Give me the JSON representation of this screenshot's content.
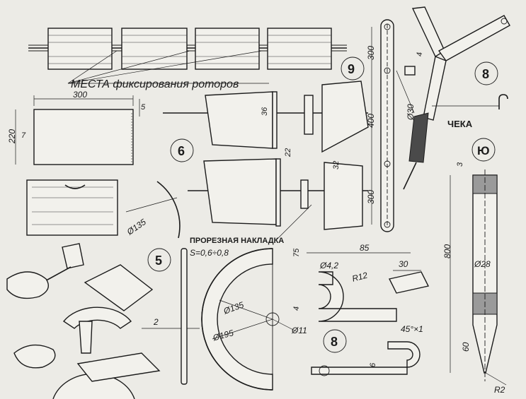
{
  "labels": {
    "rotor_fixing_places": "МЕСТА фиксирования роторов",
    "slotted_plate": "ПРОРЕЗНАЯ НАКЛАДКА",
    "pin": "ЧЕКА",
    "fig5": "5",
    "fig6": "6",
    "fig8a": "8",
    "fig8b": "8",
    "fig9": "9",
    "fig10": "Ю"
  },
  "dimensions": {
    "d300_top": "300",
    "d5": "5",
    "d220": "220",
    "d7": "7",
    "dia135_arc": "Ø135",
    "d36": "36",
    "d22": "22",
    "d32": "32",
    "d300_bar_top": "300",
    "d400_bar": "400",
    "d300_bar_bottom": "300",
    "dia30": "Ø30",
    "d4": "4",
    "thickness": "S=0,6÷0,8",
    "d2": "2",
    "dia135_disc": "Ø135",
    "dia195": "Ø195",
    "dia11": "Ø11",
    "d75": "75",
    "d4_hook": "4",
    "d85": "85",
    "dia42": "Ø4,2",
    "d30": "30",
    "r12": "R12",
    "chamfer": "45°×1",
    "d6": "6",
    "d3": "3",
    "d800": "800",
    "dia28": "Ø28",
    "d60": "60",
    "r2": "R2"
  }
}
